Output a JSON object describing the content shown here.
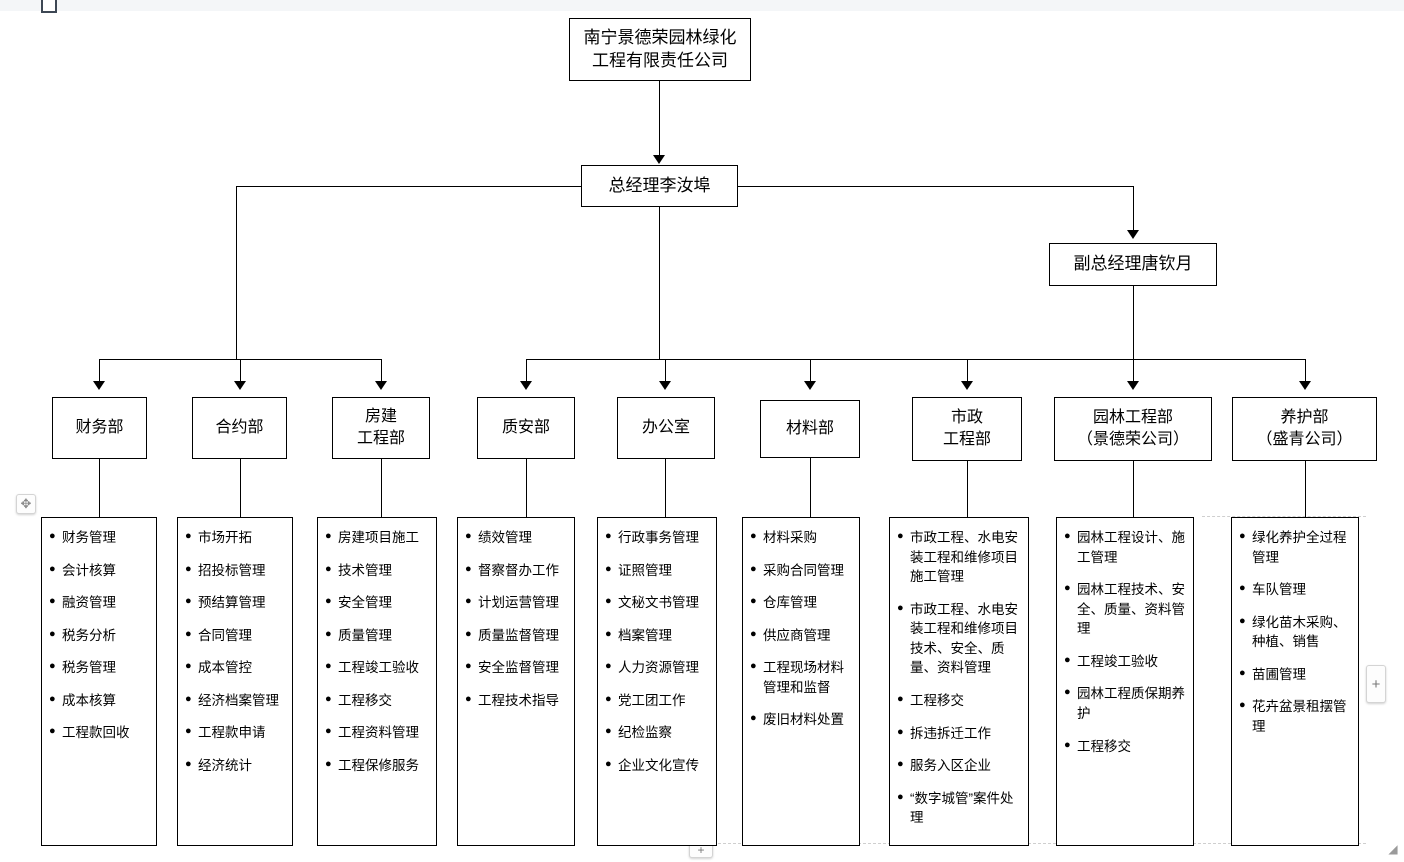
{
  "chrome": {
    "move_handle_icon": "move-handle-icon",
    "add_right_label": "+",
    "add_bottom_label": "+",
    "corner_resize_icon": "resize-corner-icon",
    "top_handle_icon": "top-anchor-handle-icon"
  },
  "org": {
    "company": {
      "lines": [
        "南宁景德荣园林绿化",
        "工程有限责任公司"
      ]
    },
    "general_manager": {
      "lines": [
        "总经理李汝埠"
      ]
    },
    "deputy_manager": {
      "lines": [
        "副总经理唐钦月"
      ]
    },
    "departments": [
      {
        "id": "finance",
        "title_lines": [
          "财务部"
        ],
        "items": [
          "财务管理",
          "会计核算",
          "融资管理",
          "税务分析",
          "税务管理",
          "成本核算",
          "工程款回收"
        ]
      },
      {
        "id": "contract",
        "title_lines": [
          "合约部"
        ],
        "items": [
          "市场开拓",
          "招投标管理",
          "预结算管理",
          "合同管理",
          "成本管控",
          "经济档案管理",
          "工程款申请",
          "经济统计"
        ]
      },
      {
        "id": "building-engineering",
        "title_lines": [
          "房建",
          "工程部"
        ],
        "items": [
          "房建项目施工",
          "技术管理",
          "安全管理",
          "质量管理",
          "工程竣工验收",
          "工程移交",
          "工程资料管理",
          "工程保修服务"
        ]
      },
      {
        "id": "quality-safety",
        "title_lines": [
          "质安部"
        ],
        "items": [
          "绩效管理",
          "督察督办工作",
          "计划运营管理",
          "质量监督管理",
          "安全监督管理",
          "工程技术指导"
        ]
      },
      {
        "id": "office",
        "title_lines": [
          "办公室"
        ],
        "items": [
          "行政事务管理",
          "证照管理",
          "文秘文书管理",
          "档案管理",
          "人力资源管理",
          "党工团工作",
          "纪检监察",
          "企业文化宣传"
        ]
      },
      {
        "id": "materials",
        "title_lines": [
          "材料部"
        ],
        "items": [
          "材料采购",
          "采购合同管理",
          "仓库管理",
          "供应商管理",
          "工程现场材料管理和监督",
          "废旧材料处置"
        ]
      },
      {
        "id": "municipal-engineering",
        "title_lines": [
          "市政",
          "工程部"
        ],
        "items": [
          "市政工程、水电安装工程和维修项目施工管理",
          "市政工程、水电安装工程和维修项目技术、安全、质量、资料管理",
          "工程移交",
          "拆违拆迁工作",
          "服务入区企业",
          "“数字城管”案件处理"
        ]
      },
      {
        "id": "garden-engineering",
        "title_lines": [
          "园林工程部",
          "（景德荣公司）"
        ],
        "items": [
          "园林工程设计、施工管理",
          "园林工程技术、安全、质量、资料管理",
          "工程竣工验收",
          "园林工程质保期养护",
          "工程移交"
        ]
      },
      {
        "id": "maintenance",
        "title_lines": [
          "养护部",
          "（盛青公司）"
        ],
        "items": [
          "绿化养护全过程管理",
          "车队管理",
          "绿化苗木采购、种植、销售",
          "苗圃管理",
          "花卉盆景租摆管理"
        ]
      }
    ]
  },
  "colors": {
    "line": "#000000",
    "panel_bg": "#ffffff",
    "chrome_bg": "#f4f6f8"
  }
}
